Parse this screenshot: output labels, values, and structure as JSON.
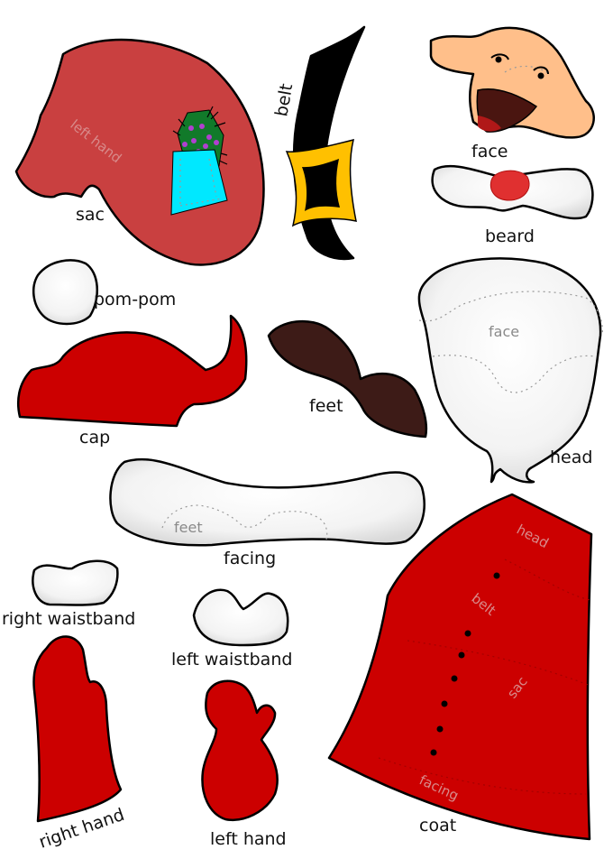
{
  "pieces": {
    "sac": "sac",
    "sac_hint": "left hand",
    "belt": "belt",
    "face": "face",
    "beard": "beard",
    "pompom": "pom-pom",
    "head": "head",
    "head_hint": "face",
    "cap": "cap",
    "feet": "feet",
    "facing": "facing",
    "facing_hint": "feet",
    "right_waistband": "right waistband",
    "left_waistband": "left waistband",
    "right_hand": "right hand",
    "left_hand": "left hand",
    "coat": "coat",
    "coat_hint_head": "head",
    "coat_hint_belt": "belt",
    "coat_hint_sac": "sac",
    "coat_hint_facing": "facing"
  },
  "colors": {
    "sac": "#c94040",
    "red": "#cc0000",
    "belt": "#000000",
    "buckle": "#ffc000",
    "skin": "#ffbf8a",
    "nose": "#e02020",
    "white": "#f2f2f2",
    "feet": "#3d1b17",
    "gift_wrap": "#117a2a",
    "gift_box": "#00e8ff"
  }
}
